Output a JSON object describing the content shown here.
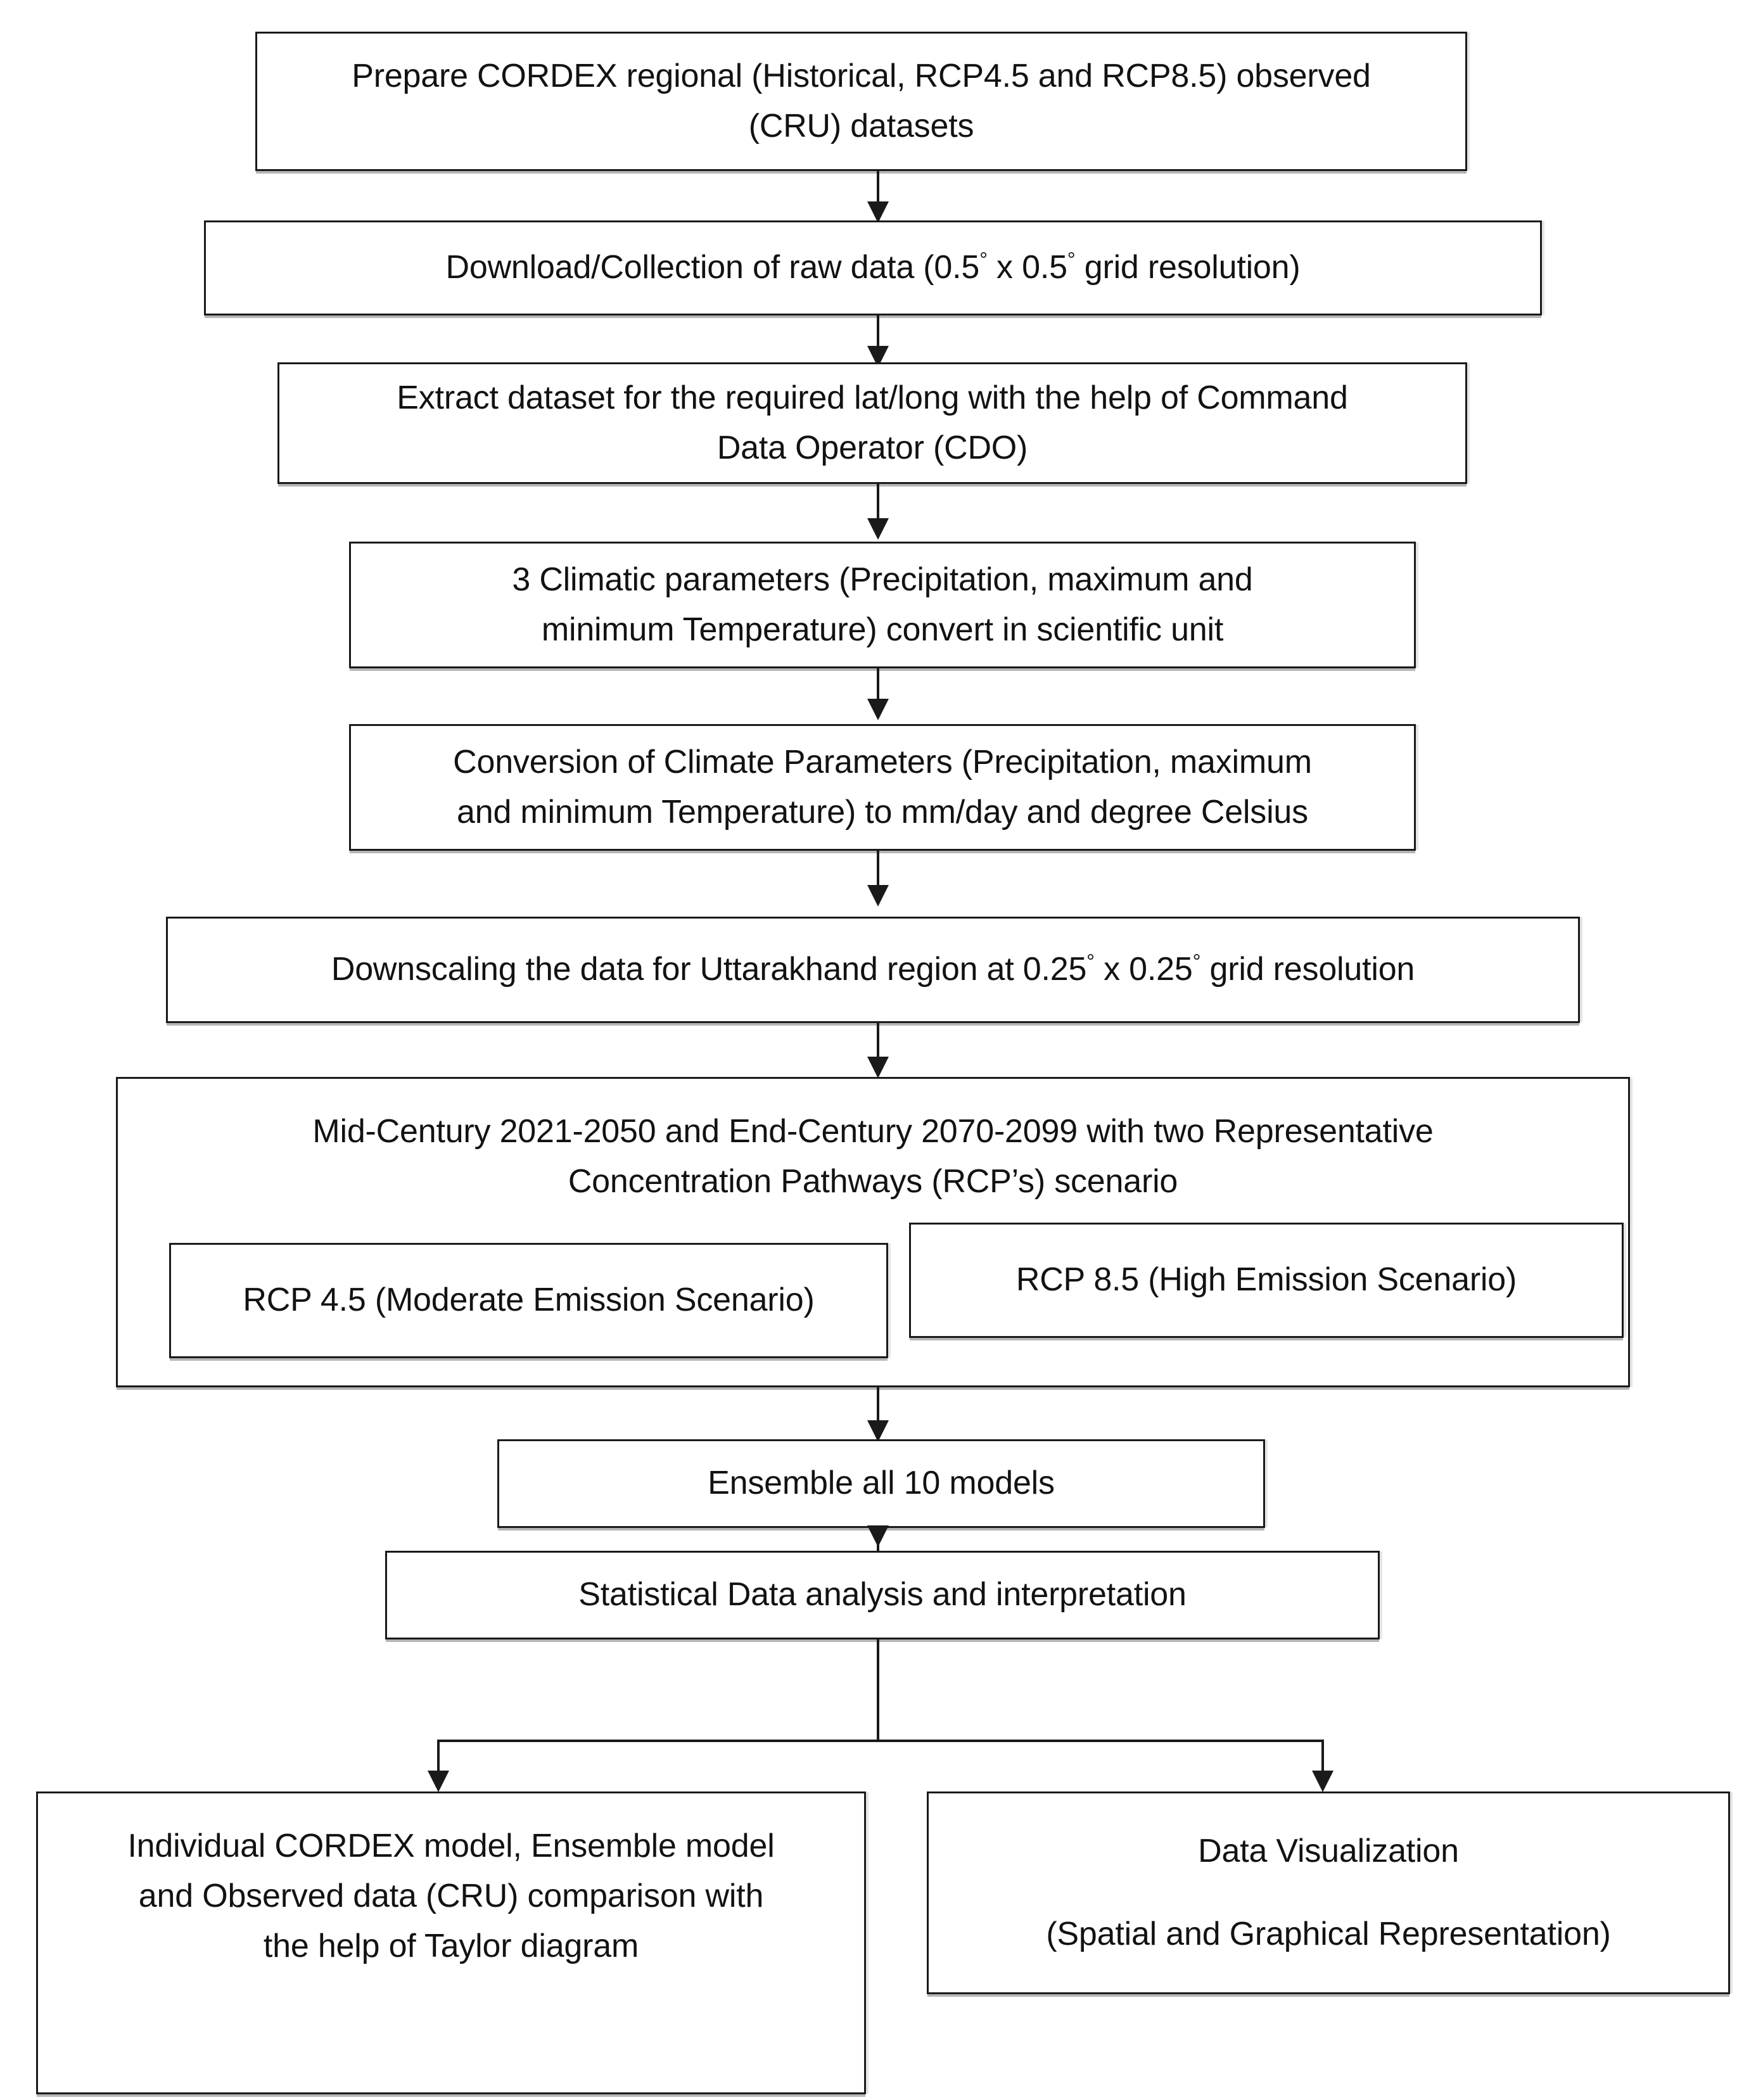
{
  "diagram": {
    "title": "Climate data processing methodology flowchart",
    "colors": {
      "background": "#ffffff",
      "border": "#1a1a1a",
      "text": "#121212",
      "connector": "#1a1a1a"
    },
    "nodes": {
      "prepare_datasets": {
        "line1": "Prepare CORDEX regional (Historical, RCP4.5 and RCP8.5) observed",
        "line2": "(CRU) datasets"
      },
      "download_raw": {
        "prefix": "Download/Collection of raw data (0.5",
        "degree1": "°",
        "middle": " x 0.5",
        "degree2": "°",
        "suffix": " grid resolution)"
      },
      "extract_dataset": {
        "line1": "Extract dataset for the required lat/long with the help of Command",
        "line2": "Data Operator (CDO)"
      },
      "climatic_parameters": {
        "line1": "3 Climatic parameters (Precipitation, maximum and",
        "line2": "minimum Temperature) convert in scientific unit"
      },
      "conversion_parameters": {
        "line1": "Conversion of Climate Parameters (Precipitation, maximum",
        "line2": "and minimum Temperature) to mm/day and degree Celsius"
      },
      "downscaling": {
        "prefix": "Downscaling the data for Uttarakhand region at 0.25",
        "degree1": "°",
        "middle": " x 0.25",
        "degree2": "°",
        "suffix": " grid resolution"
      },
      "century_scenarios": {
        "line1": "Mid-Century 2021-2050 and End-Century 2070-2099 with two Representative",
        "line2": "Concentration Pathways (RCP’s) scenario"
      },
      "rcp45": {
        "label": "RCP 4.5 (Moderate Emission Scenario)"
      },
      "rcp85": {
        "label": "RCP 8.5 (High Emission Scenario)"
      },
      "ensemble": {
        "label": "Ensemble all 10 models"
      },
      "statistical_analysis": {
        "label": "Statistical Data analysis and interpretation"
      },
      "taylor_comparison": {
        "line1": "Individual CORDEX model, Ensemble model",
        "line2": "and Observed data (CRU) comparison with",
        "line3": "the help of Taylor diagram"
      },
      "data_visualization": {
        "line1": "Data Visualization",
        "line2": "(Spatial and Graphical Representation)"
      }
    }
  }
}
